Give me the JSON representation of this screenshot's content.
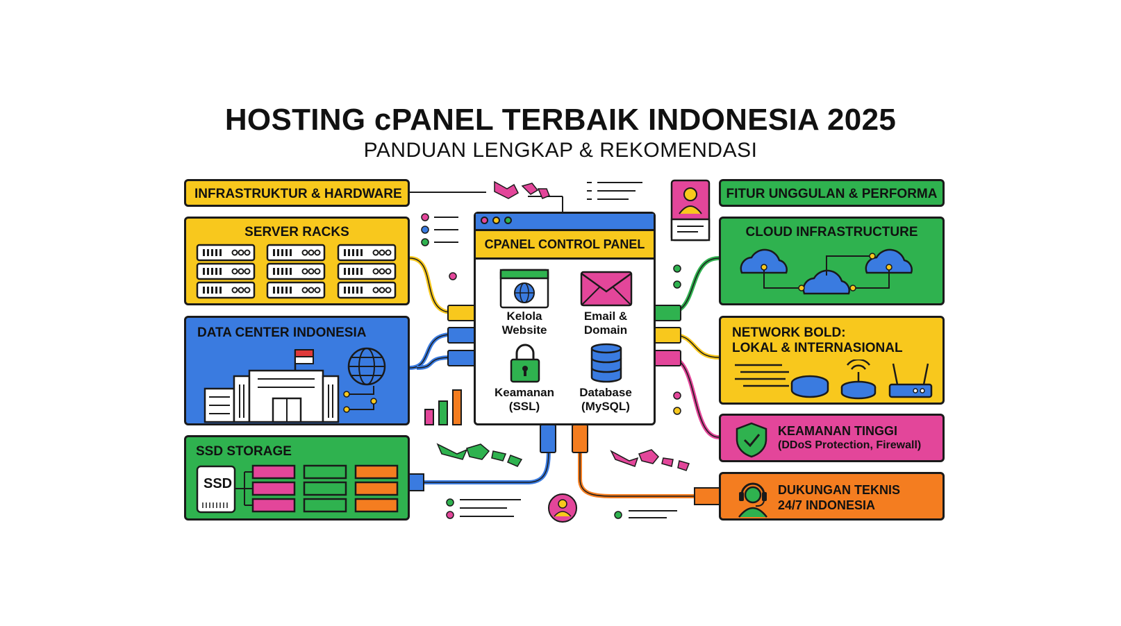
{
  "header": {
    "title": "HOSTING cPANEL TERBAIK INDONESIA 2025",
    "subtitle": "PANDUAN LENGKAP & REKOMENDASI"
  },
  "left": {
    "header": "INFRASTRUKTUR & HARDWARE",
    "server_racks": "SERVER RACKS",
    "data_center": "DATA CENTER INDONESIA",
    "ssd_storage": "SSD STORAGE",
    "ssd_chip": "SSD"
  },
  "center": {
    "panel_title": "CPANEL CONTROL PANEL",
    "items": [
      {
        "line1": "Kelola",
        "line2": "Website",
        "icon": "browser-globe-icon"
      },
      {
        "line1": "Email &",
        "line2": "Domain",
        "icon": "envelope-icon"
      },
      {
        "line1": "Keamanan",
        "line2": "(SSL)",
        "icon": "padlock-icon"
      },
      {
        "line1": "Database",
        "line2": "(MySQL)",
        "icon": "database-icon"
      }
    ]
  },
  "right": {
    "header": "FITUR UNGGULAN & PERFORMA",
    "cloud": "CLOUD INFRASTRUCTURE",
    "network_line1": "NETWORK BOLD:",
    "network_line2": "LOKAL & INTERNASIONAL",
    "security_line1": "KEAMANAN TINGGI",
    "security_line2": "(DDoS Protection, Firewall)",
    "support_line1": "DUKUNGAN TEKNIS",
    "support_line2": "24/7 INDONESIA"
  },
  "colors": {
    "yellow": "#f8c81d",
    "green": "#2fb24f",
    "blue": "#3a7be0",
    "pink": "#e3469a",
    "orange": "#f47d20",
    "outline": "#1a1a1a"
  }
}
